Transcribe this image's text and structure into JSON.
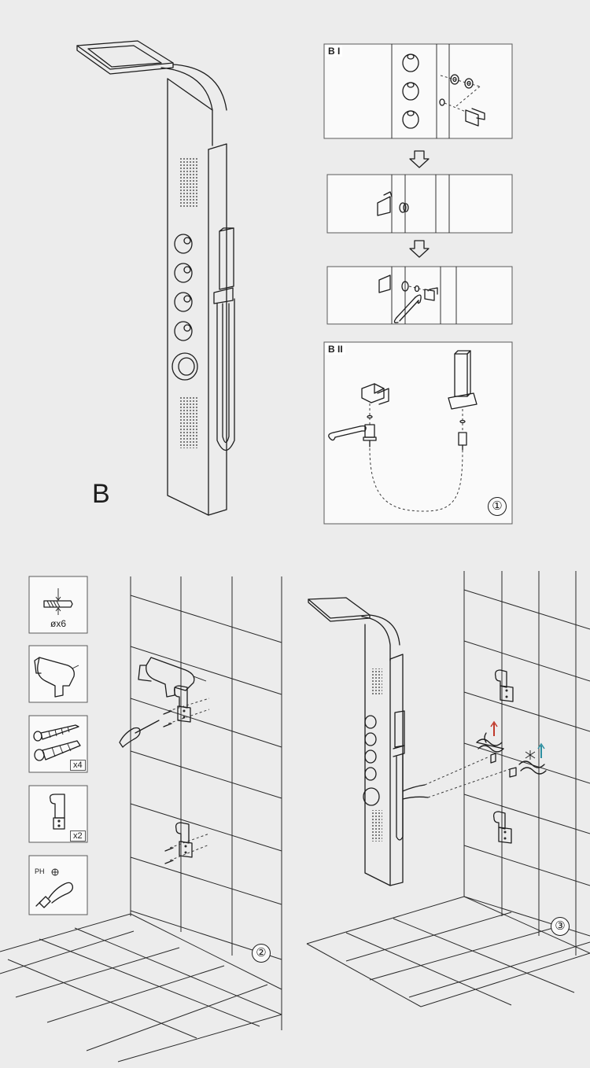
{
  "figure": {
    "main_label": "B",
    "step_b1_label": "B I",
    "step_b2_label": "B II",
    "step_numbers": [
      "①",
      "②",
      "③"
    ]
  },
  "tools": [
    {
      "name": "drill-bit",
      "caption": "øx6"
    },
    {
      "name": "drill",
      "caption": ""
    },
    {
      "name": "screw-and-anchor",
      "caption": "x4"
    },
    {
      "name": "wall-bracket",
      "caption": "x2"
    },
    {
      "name": "phillips-screwdriver",
      "caption": "PH"
    }
  ]
}
